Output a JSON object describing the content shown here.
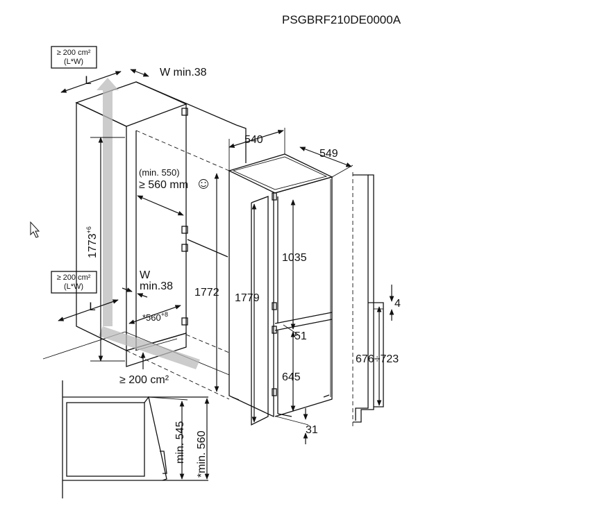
{
  "model_code": "PSGBRF210DE0000A",
  "labels": {
    "vent_top_line1": "≥ 200 cm²",
    "vent_top_line2": "(L*W)",
    "vent_mid_line1": "≥ 200 cm²",
    "vent_mid_line2": "(L*W)",
    "L_top": "L",
    "L_bottom": "L",
    "W_top": "W min.38",
    "W_mid_line1": "W",
    "W_mid_line2": "min.38",
    "niche_height": "1773",
    "niche_height_tol": "+6",
    "min_550": "(min. 550)",
    "ge_560": "≥ 560 mm",
    "depth_560": "*560",
    "depth_560_tol": "+8",
    "vent_bottom": "≥ 200 cm²",
    "dim_1772": "1772",
    "dim_1779": "1779",
    "dim_540": "540",
    "dim_549": "549",
    "dim_1035": "1035",
    "dim_51": "51",
    "dim_645": "645",
    "dim_31": "31",
    "dim_4": "4",
    "dim_676_723": "676÷723",
    "min_545": "min. 545",
    "min_560": "*min. 560"
  },
  "icons": {
    "smile": "smiley-icon",
    "cursor": "cursor-arrow-icon"
  }
}
